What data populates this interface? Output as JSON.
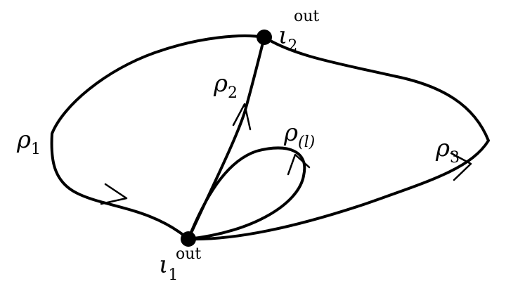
{
  "diagram": {
    "nodes": {
      "iota1": {
        "symbol": "ι",
        "subscript": "1",
        "superscript": "out"
      },
      "iota2": {
        "symbol": "ι",
        "subscript": "2",
        "superscript": "out"
      }
    },
    "paths": {
      "rho1": {
        "symbol": "ρ",
        "subscript": "1"
      },
      "rho2": {
        "symbol": "ρ",
        "subscript": "2"
      },
      "rho3": {
        "symbol": "ρ",
        "subscript": "3"
      },
      "rhol": {
        "symbol": "ρ",
        "subscript": "(l)"
      }
    }
  }
}
